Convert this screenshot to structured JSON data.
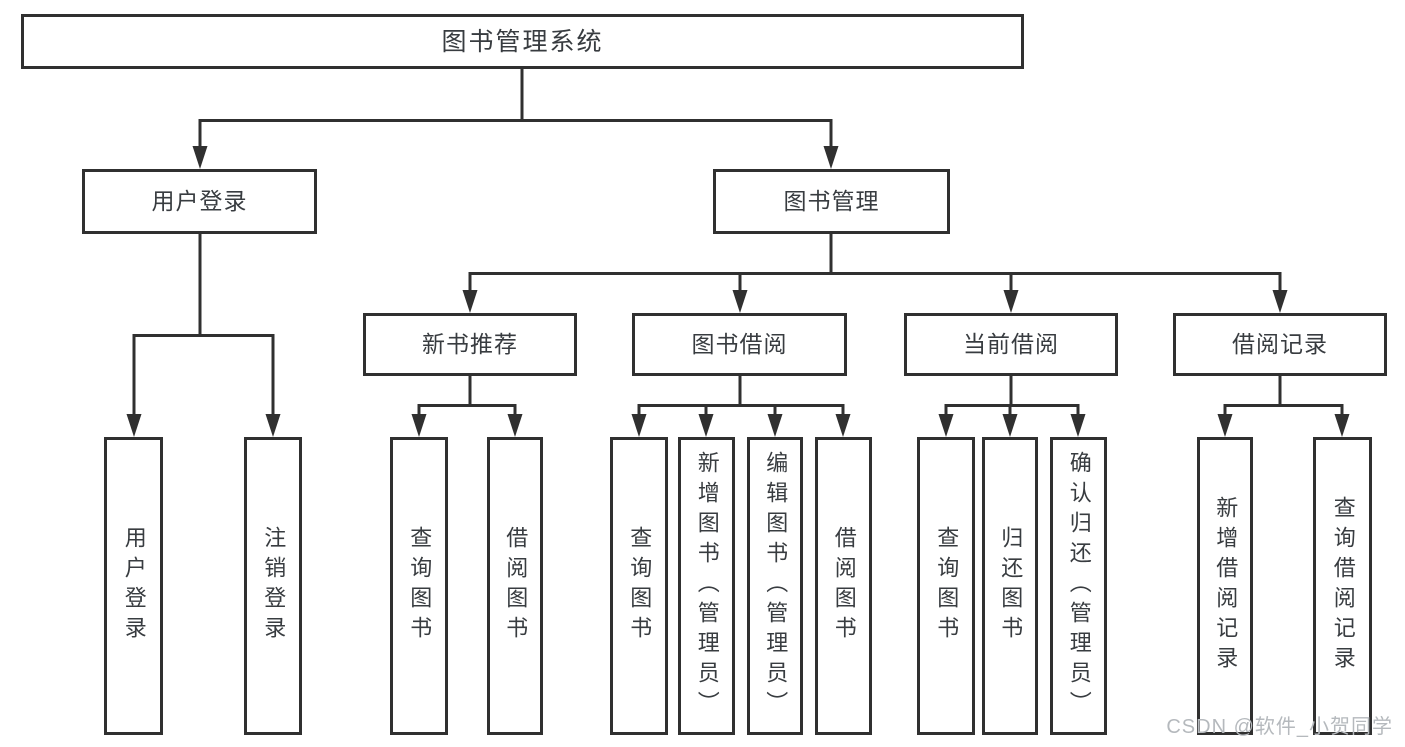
{
  "diagram": {
    "type": "hierarchy",
    "root": {
      "label": "图书管理系统"
    },
    "branches": [
      {
        "label": "用户登录",
        "children": [
          {
            "label": "用户登录"
          },
          {
            "label": "注销登录"
          }
        ]
      },
      {
        "label": "图书管理",
        "children": [
          {
            "label": "新书推荐",
            "children": [
              {
                "label": "查询图书"
              },
              {
                "label": "借阅图书"
              }
            ]
          },
          {
            "label": "图书借阅",
            "children": [
              {
                "label": "查询图书"
              },
              {
                "label": "新增图书（管理员）"
              },
              {
                "label": "编辑图书（管理员）"
              },
              {
                "label": "借阅图书"
              }
            ]
          },
          {
            "label": "当前借阅",
            "children": [
              {
                "label": "查询图书"
              },
              {
                "label": "归还图书"
              },
              {
                "label": "确认归还（管理员）"
              }
            ]
          },
          {
            "label": "借阅记录",
            "children": [
              {
                "label": "新增借阅记录"
              },
              {
                "label": "查询借阅记录"
              }
            ]
          }
        ]
      }
    ]
  },
  "watermark": {
    "label": "CSDN @软件_小贺同学",
    "color": "#b5b9bd"
  },
  "colors": {
    "line": "#303030",
    "border": "#303030",
    "text": "#383c40",
    "background": "#ffffff"
  }
}
